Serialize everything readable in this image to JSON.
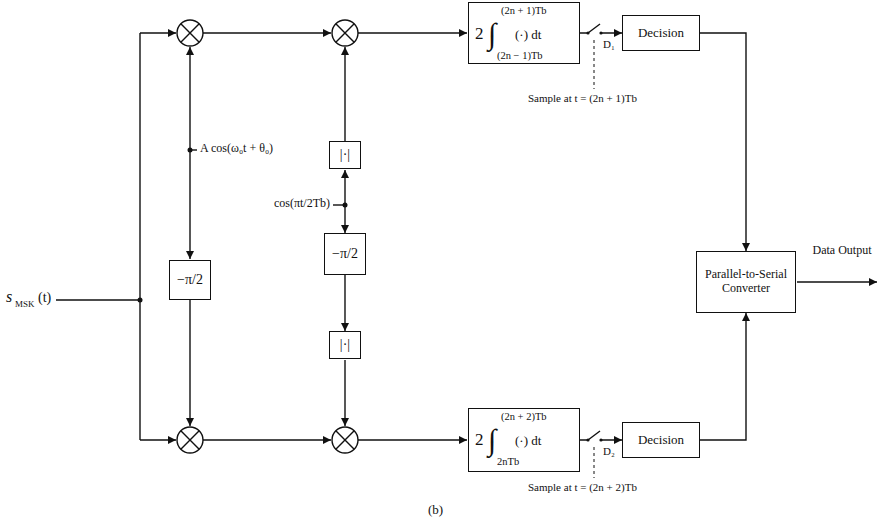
{
  "diagram": {
    "nodes": [
      {
        "text": [
          "−π/2"
        ]
      },
      {
        "text": [
          "|·|"
        ]
      },
      {
        "text": [
          "−π/2"
        ]
      },
      {
        "text": [
          "|·|"
        ]
      },
      {
        "text": [
          "2",
          "(2n + 1)Tb",
          "∫",
          "(·) dt",
          "(2n − 1)Tb"
        ]
      },
      {
        "text": [
          "Decision"
        ]
      },
      {
        "text": [
          "2",
          "(2n + 2)Tb",
          "∫",
          "(·) dt",
          "2nTb"
        ]
      },
      {
        "text": [
          "Decision"
        ]
      },
      {
        "text": [
          "Parallel-to-Serial Converter"
        ]
      }
    ],
    "edges": [
      {
        "from": 2,
        "to": 3,
        "arrow": "to"
      },
      {
        "from": 4,
        "to": 5,
        "arrow": "to"
      },
      {
        "from": 6,
        "to": 7,
        "arrow": "to"
      },
      {
        "from": 5,
        "to": 8,
        "arrow": "to"
      },
      {
        "from": 7,
        "to": 8,
        "arrow": "to"
      }
    ],
    "labels": [
      "s",
      "MSK",
      "(t)",
      "A cos(ω₀t + θ₀)",
      "cos(πt/2Tb)",
      "D₁",
      "Sample at t = (2n + 1)Tb",
      "D₂",
      "Sample at t = (2n + 2)Tb",
      "Data Output",
      "(b)"
    ]
  }
}
